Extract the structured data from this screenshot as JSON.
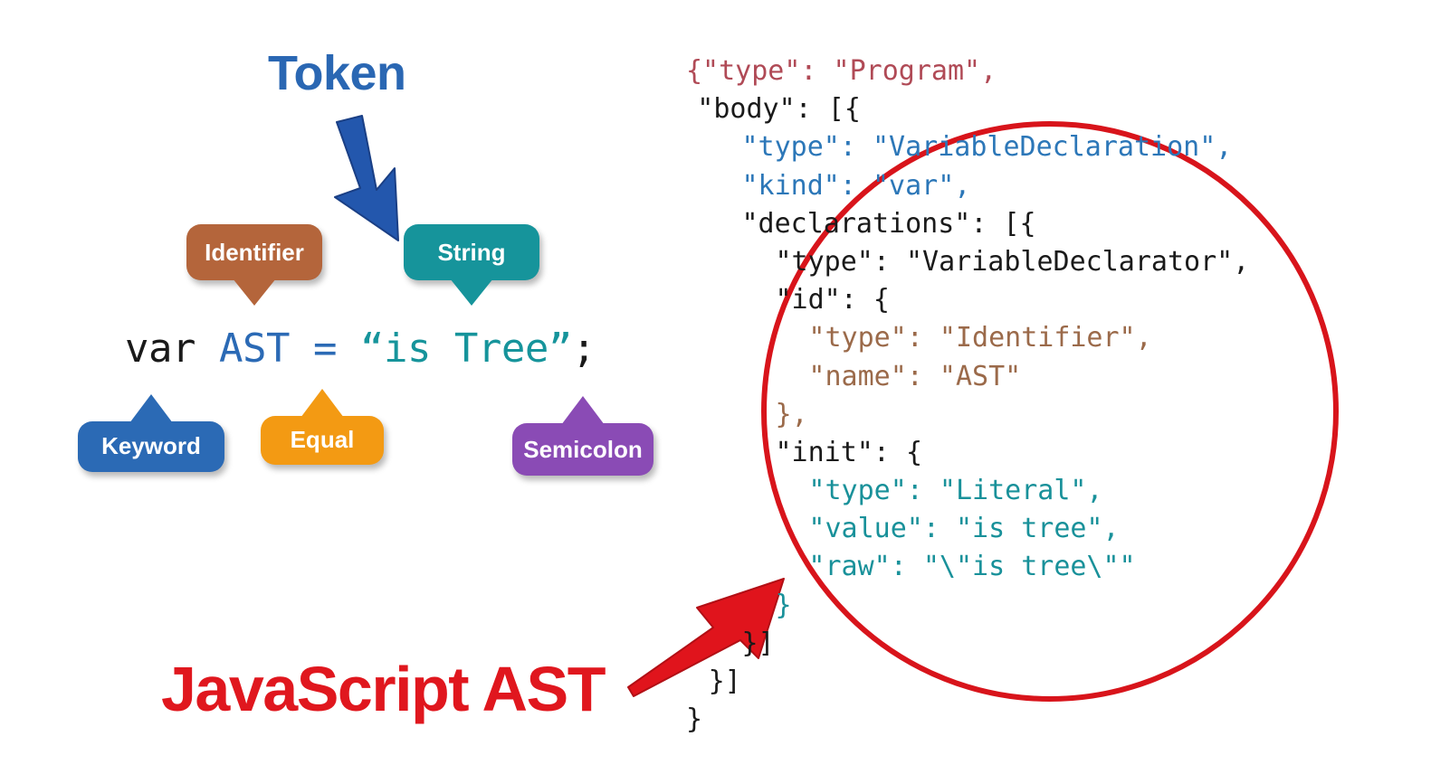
{
  "titles": {
    "token": "Token",
    "ast": "JavaScript AST"
  },
  "code": {
    "keyword": "var",
    "identifier": "AST",
    "equal": "=",
    "string": "“is Tree”",
    "semicolon": ";"
  },
  "labels": {
    "identifier": "Identifier",
    "string": "String",
    "keyword": "Keyword",
    "equal": "Equal",
    "semicolon": "Semicolon"
  },
  "colors": {
    "keyword": "#2b6ab5",
    "identifier": "#b4653b",
    "string": "#16949b",
    "equal": "#f39a13",
    "semicolon": "#8a4bb5",
    "token_title": "#2a67b3",
    "ast_title": "#e0171e",
    "circle": "#d8141b",
    "json_program": "#b04a56",
    "json_decl": "#2c77b8",
    "json_id": "#9b6a4a",
    "json_init": "#19919a"
  },
  "json_lines": [
    {
      "indent": 0,
      "text": "{\"type\": \"Program\",",
      "color": "json_program"
    },
    {
      "indent": 1,
      "text": "\"body\": [{",
      "color": "default"
    },
    {
      "indent": 5,
      "text": "\"type\": \"VariableDeclaration\",",
      "color": "json_decl"
    },
    {
      "indent": 5,
      "text": "\"kind\": \"var\",",
      "color": "json_decl"
    },
    {
      "indent": 5,
      "text": "\"declarations\": [{",
      "color": "default"
    },
    {
      "indent": 8,
      "text": "\"type\": \"VariableDeclarator\",",
      "color": "default"
    },
    {
      "indent": 8,
      "text": "\"id\": {",
      "color": "default"
    },
    {
      "indent": 11,
      "text": "\"type\": \"Identifier\",",
      "color": "json_id"
    },
    {
      "indent": 11,
      "text": "\"name\": \"AST\"",
      "color": "json_id"
    },
    {
      "indent": 8,
      "text": "},",
      "color": "json_id"
    },
    {
      "indent": 8,
      "text": "\"init\": {",
      "color": "default"
    },
    {
      "indent": 11,
      "text": "\"type\": \"Literal\",",
      "color": "json_init"
    },
    {
      "indent": 11,
      "text": "\"value\": \"is tree\",",
      "color": "json_init"
    },
    {
      "indent": 11,
      "text": "\"raw\": \"\\\"is tree\\\"\"",
      "color": "json_init"
    },
    {
      "indent": 8,
      "text": "}",
      "color": "json_init"
    },
    {
      "indent": 5,
      "text": "}]",
      "color": "default"
    },
    {
      "indent": 2,
      "text": "}]",
      "color": "default"
    },
    {
      "indent": 0,
      "text": "}",
      "color": "default"
    }
  ]
}
